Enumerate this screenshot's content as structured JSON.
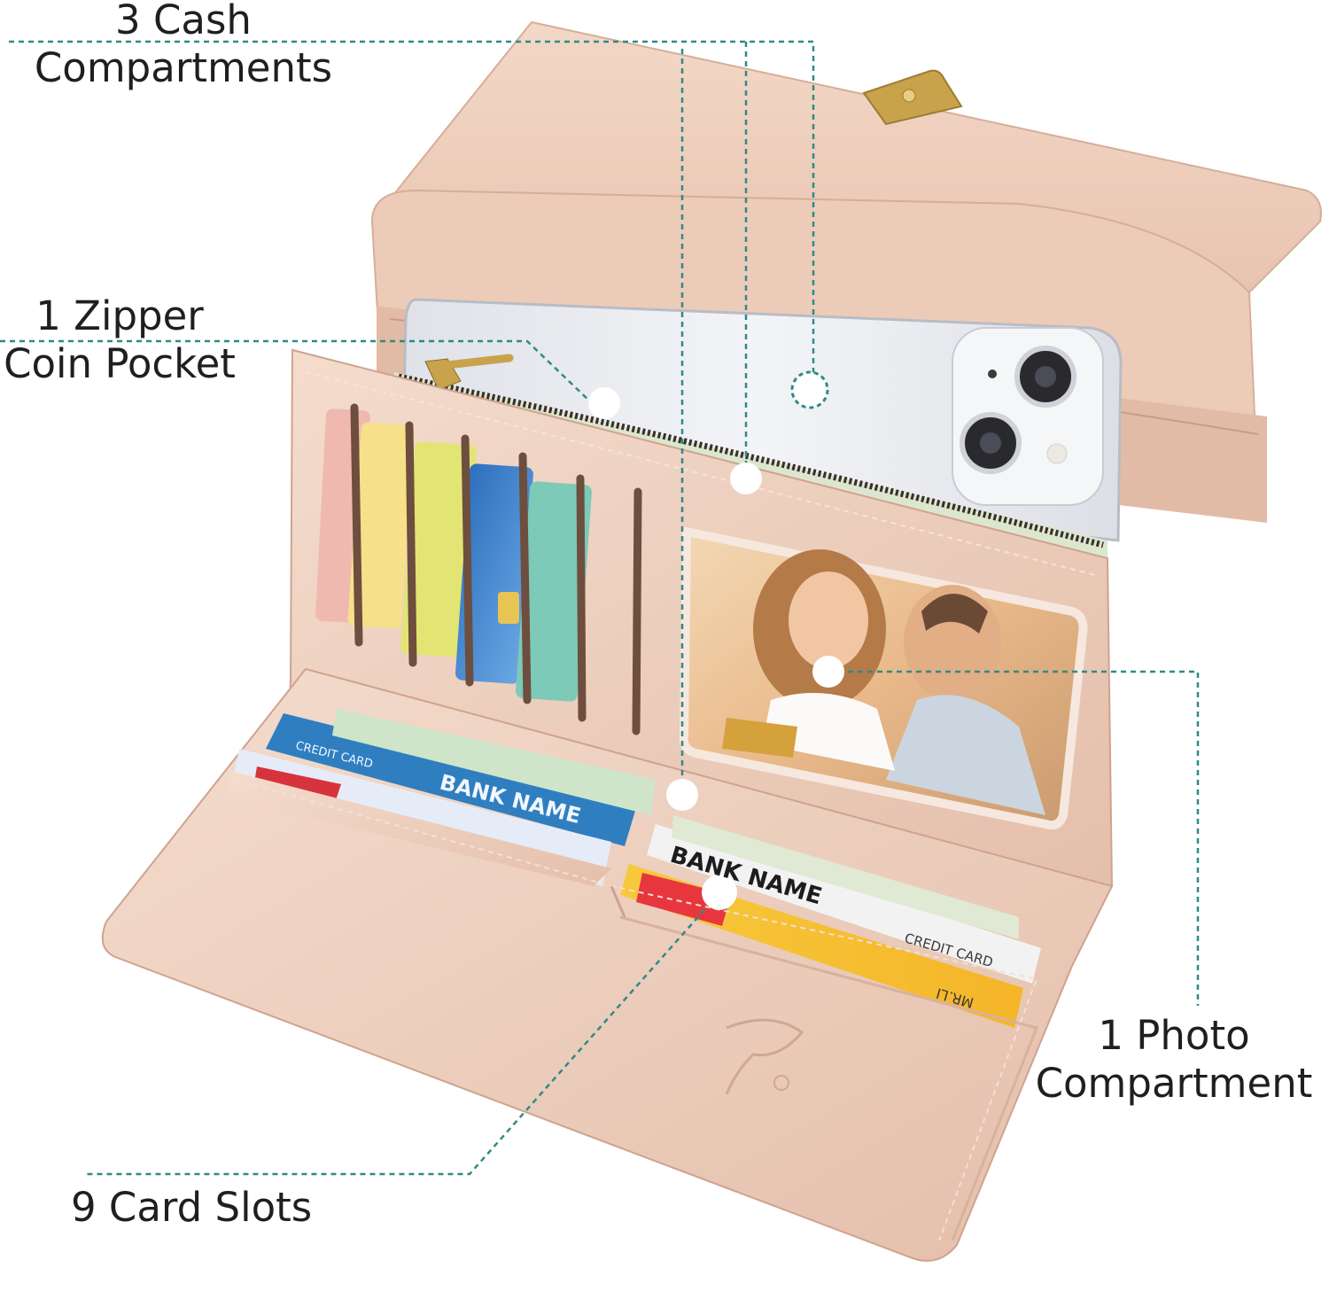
{
  "callouts": {
    "cash": {
      "line1": "3 Cash",
      "line2": "Compartments"
    },
    "zipper": {
      "line1": "1 Zipper",
      "line2": "Coin Pocket"
    },
    "photo": {
      "line1": "1 Photo",
      "line2": "Compartment"
    },
    "cards": {
      "line1": "9 Card Slots"
    }
  },
  "cards_text": {
    "bank_name": "BANK NAME",
    "credit_card": "CREDIT CARD",
    "holder": "MR.LI"
  },
  "colors": {
    "leather": "#eccdbc",
    "leather_shadow": "#d9b19d",
    "leather_highlight": "#f6e0d3",
    "callout_line": "#2e8b86",
    "gold": "#c9a24c",
    "phone": "#e9eaee"
  }
}
